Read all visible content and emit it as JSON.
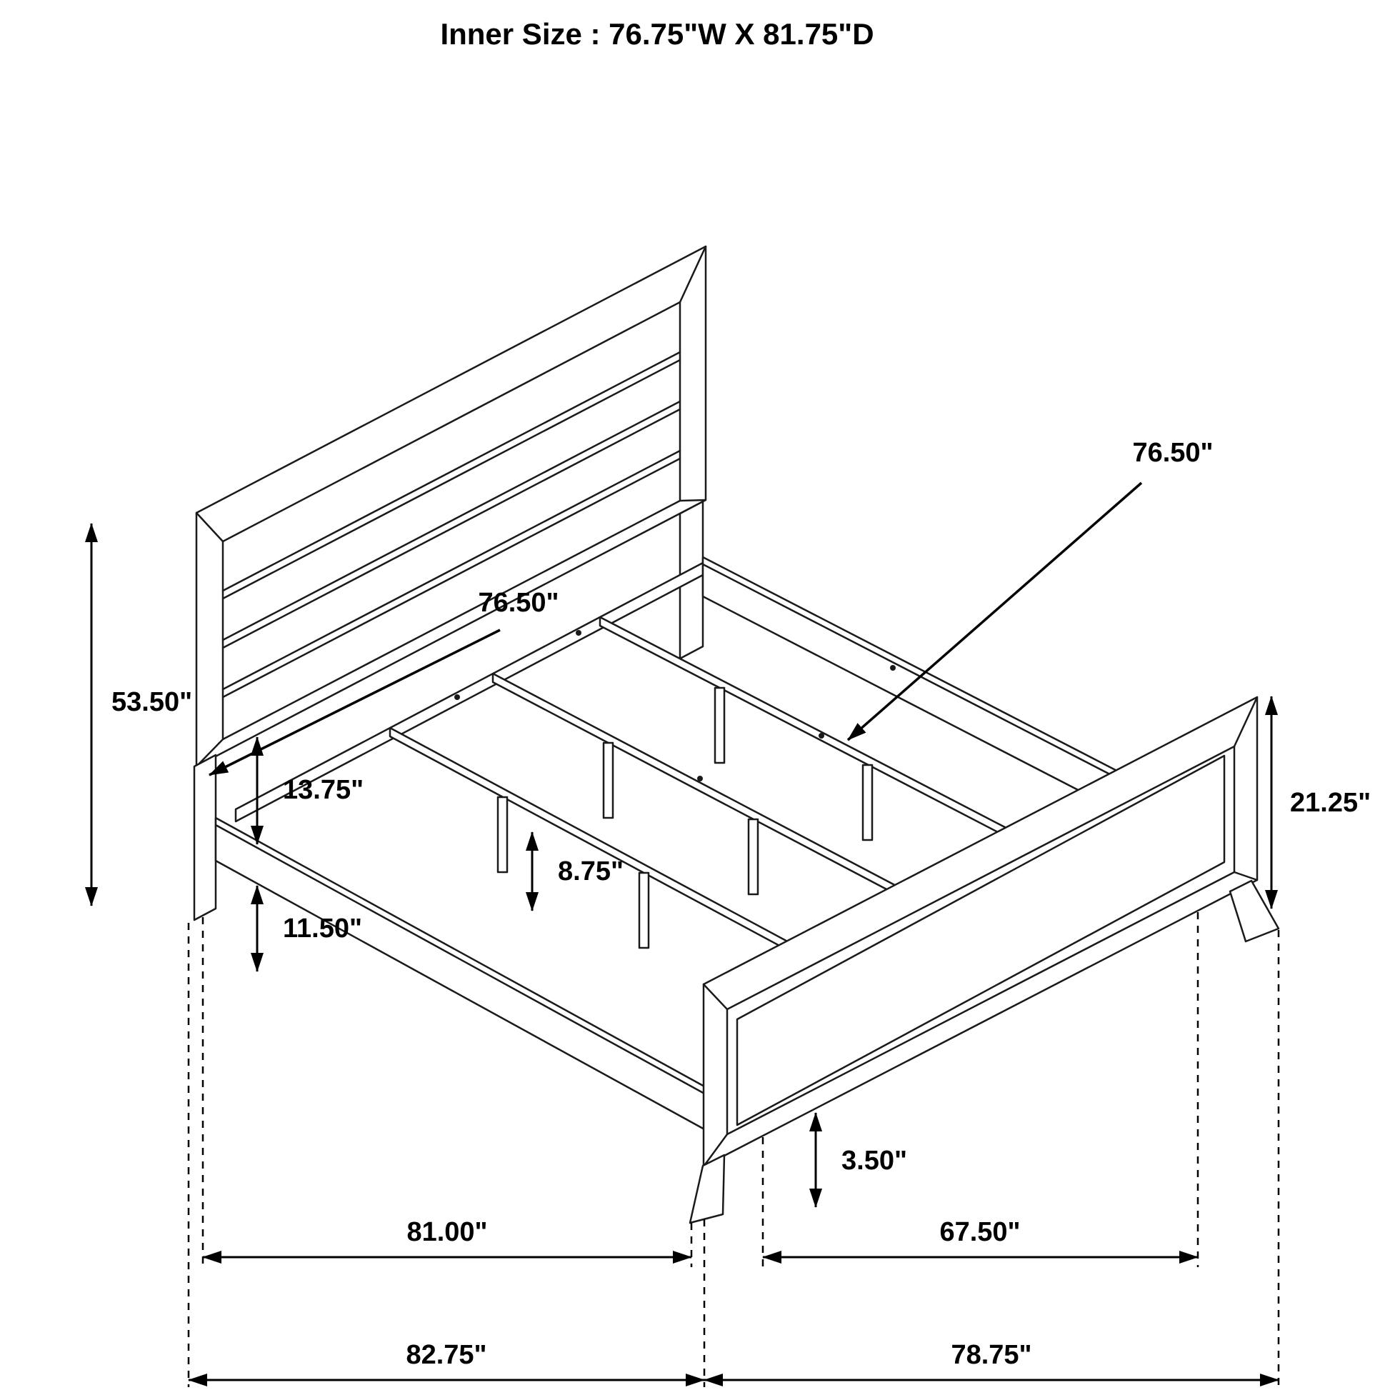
{
  "title": "Inner Size : 76.75\"W X 81.75\"D",
  "labels": {
    "headboard_height": "53.50\"",
    "headboard_width": "76.50\"",
    "support_rail_length": "76.50\"",
    "headboard_panel_to_rail": "13.75\"",
    "rail_clearance": "11.50\"",
    "support_leg_height": "8.75\"",
    "footboard_height": "21.25\"",
    "footboard_clearance": "3.50\"",
    "frame_inner_length": "81.00\"",
    "footboard_inner_width": "67.50\"",
    "overall_length": "82.75\"",
    "footboard_overall_width": "78.75\""
  }
}
